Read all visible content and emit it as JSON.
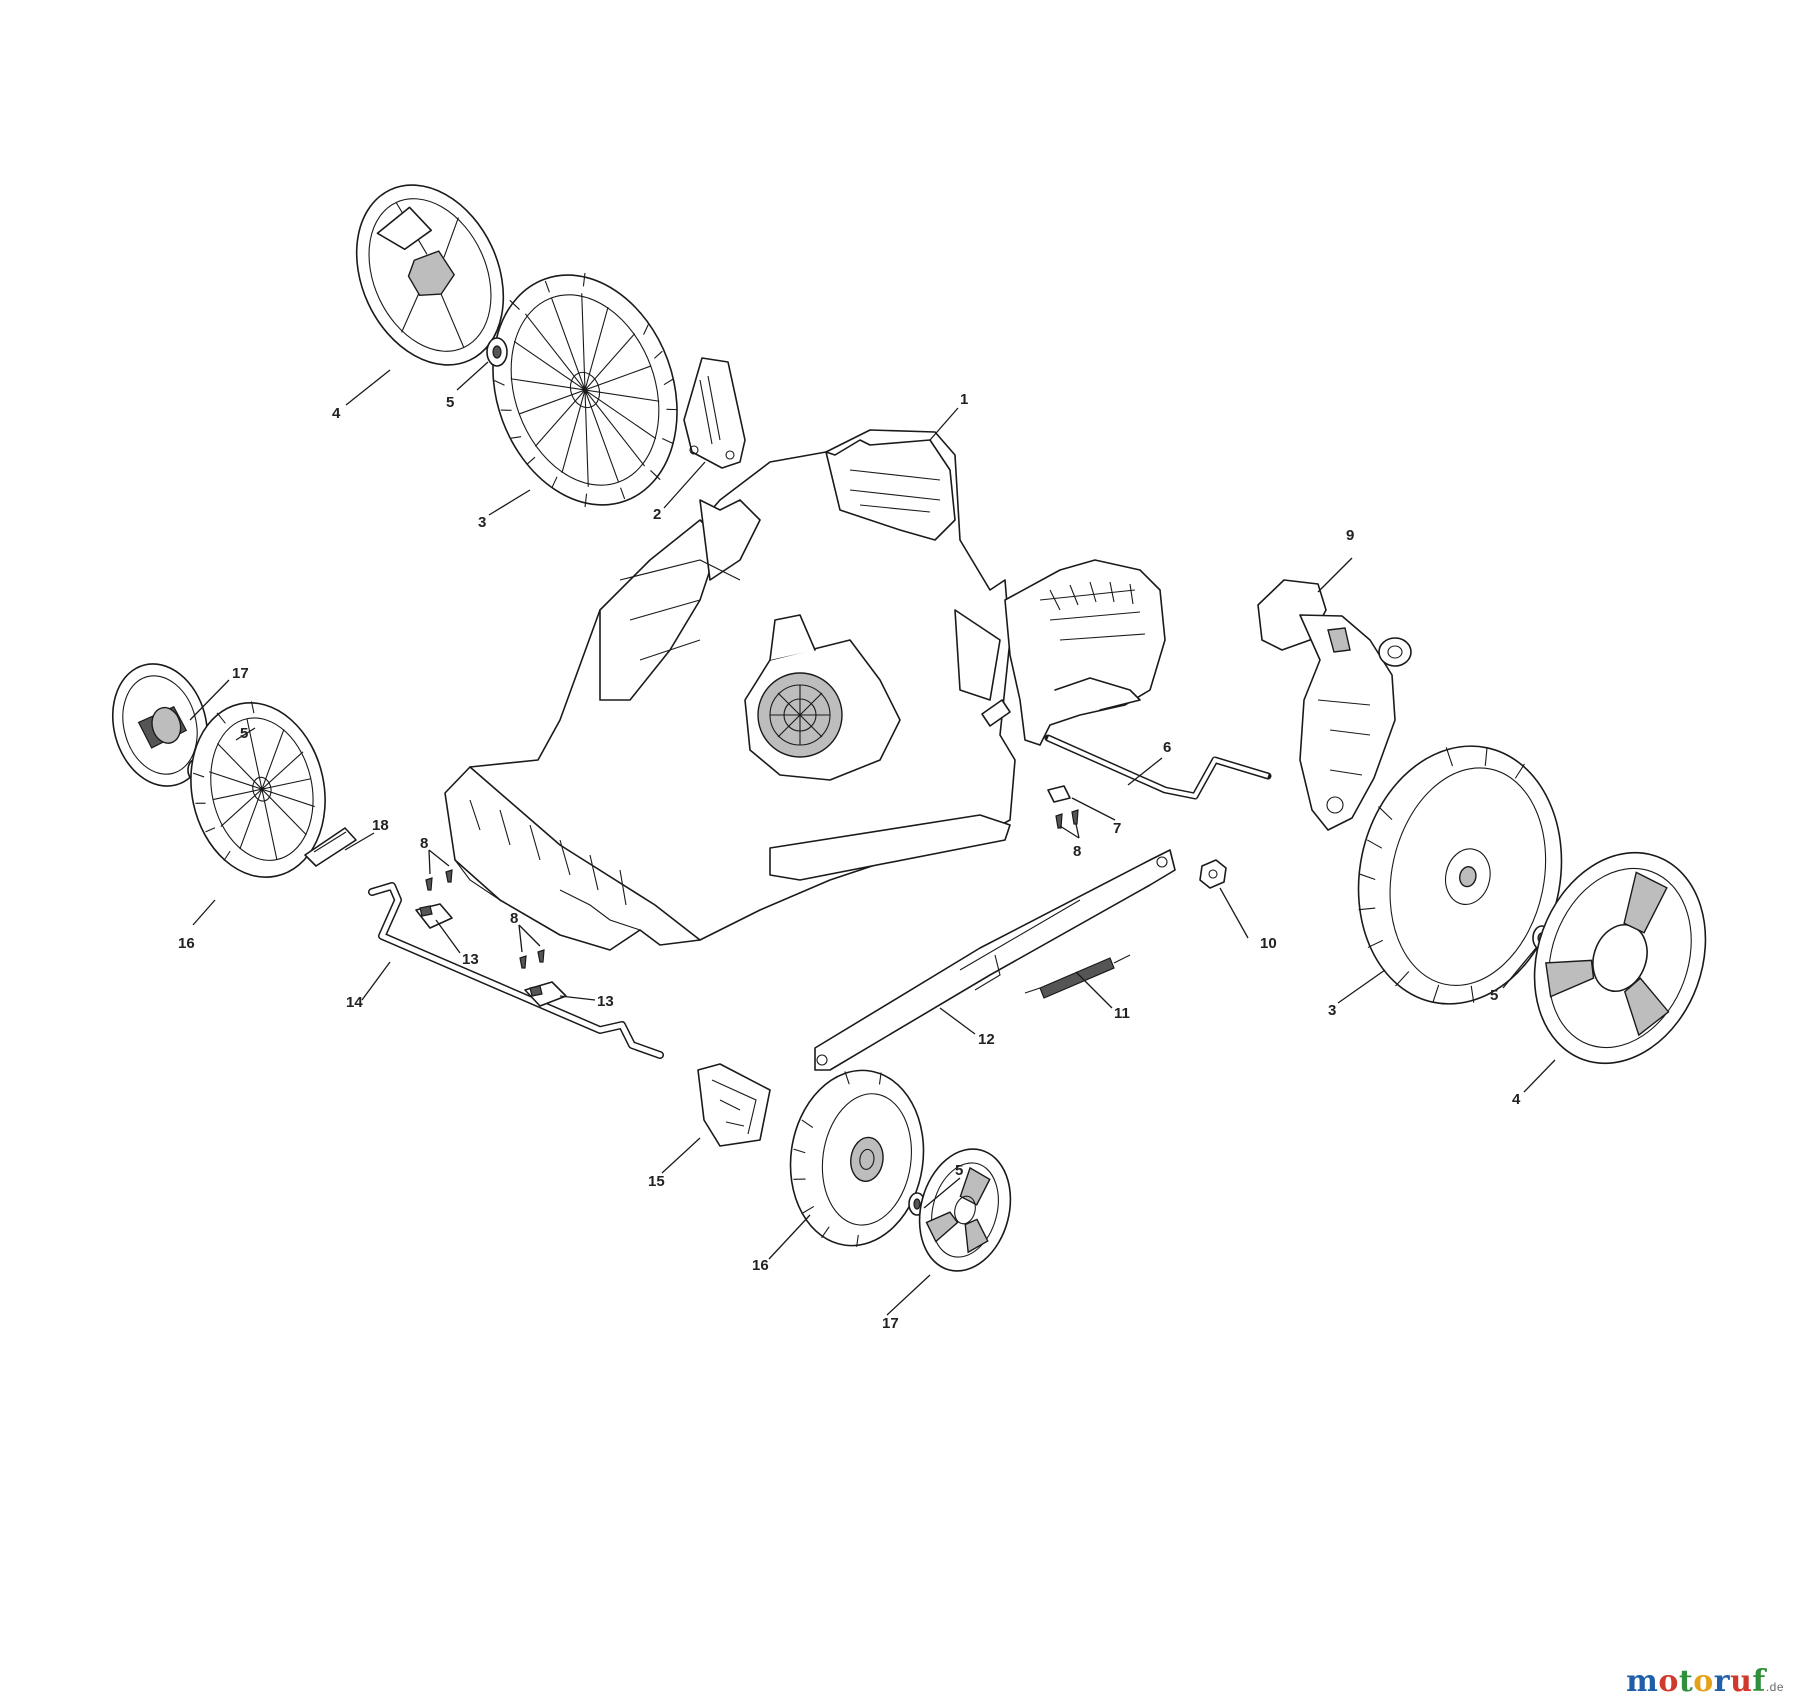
{
  "diagram": {
    "callouts": [
      {
        "id": "c1",
        "label": "1"
      },
      {
        "id": "c2",
        "label": "2"
      },
      {
        "id": "c3a",
        "label": "3"
      },
      {
        "id": "c3b",
        "label": "3"
      },
      {
        "id": "c4a",
        "label": "4"
      },
      {
        "id": "c4b",
        "label": "4"
      },
      {
        "id": "c5a",
        "label": "5"
      },
      {
        "id": "c5b",
        "label": "5"
      },
      {
        "id": "c5c",
        "label": "5"
      },
      {
        "id": "c5d",
        "label": "5"
      },
      {
        "id": "c6",
        "label": "6"
      },
      {
        "id": "c7",
        "label": "7"
      },
      {
        "id": "c8a",
        "label": "8"
      },
      {
        "id": "c8b",
        "label": "8"
      },
      {
        "id": "c8c",
        "label": "8"
      },
      {
        "id": "c9",
        "label": "9"
      },
      {
        "id": "c10",
        "label": "10"
      },
      {
        "id": "c11",
        "label": "11"
      },
      {
        "id": "c12",
        "label": "12"
      },
      {
        "id": "c13a",
        "label": "13"
      },
      {
        "id": "c13b",
        "label": "13"
      },
      {
        "id": "c14",
        "label": "14"
      },
      {
        "id": "c15",
        "label": "15"
      },
      {
        "id": "c16a",
        "label": "16"
      },
      {
        "id": "c16b",
        "label": "16"
      },
      {
        "id": "c17a",
        "label": "17"
      },
      {
        "id": "c17b",
        "label": "17"
      },
      {
        "id": "c18",
        "label": "18"
      }
    ]
  },
  "watermark": {
    "brand_letters": [
      "m",
      "o",
      "t",
      "o",
      "r",
      "u",
      "f"
    ],
    "brand_colors": [
      "#1f5fa8",
      "#d03a2c",
      "#2f8f3a",
      "#e3a21a",
      "#1f5fa8",
      "#d03a2c",
      "#2f8f3a"
    ],
    "tld": ".de"
  }
}
